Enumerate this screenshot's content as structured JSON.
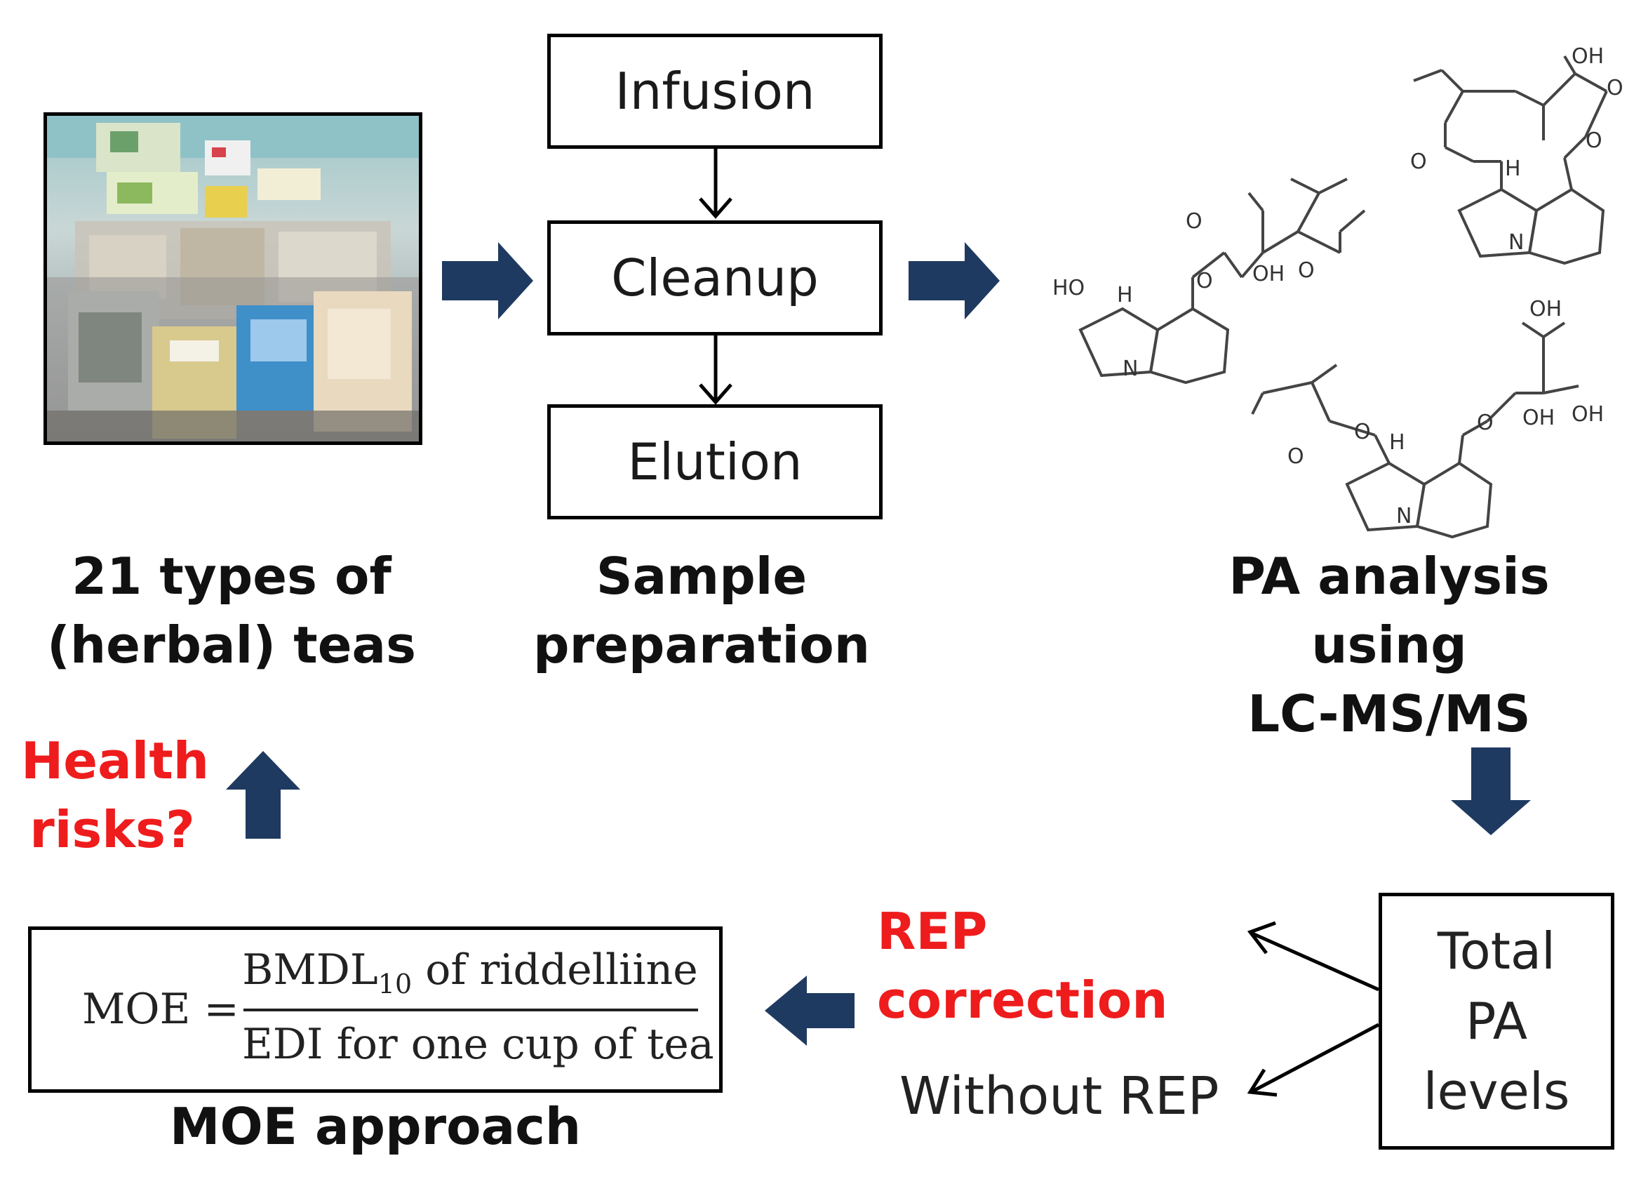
{
  "sample_prep_steps": [
    "Infusion",
    "Cleanup",
    "Elution"
  ],
  "captions": {
    "teas": [
      "21 types of",
      "(herbal) teas"
    ],
    "sample_prep": [
      "Sample",
      "preparation"
    ],
    "pa_analysis": [
      "PA analysis  using",
      "LC-MS/MS"
    ],
    "moe_approach": "MOE approach"
  },
  "health_risks": [
    "Health",
    "risks?"
  ],
  "rep_correction": "REP correction",
  "without_rep": "Without REP",
  "total_pa_levels": [
    "Total",
    "PA",
    "levels"
  ],
  "moe_formula": {
    "lhs": "MOE =",
    "numerator_main": "BMDL",
    "numerator_sub": "10",
    "numerator_rest": " of riddelliine",
    "denominator": "EDI for one cup of tea"
  },
  "structure_labels": [
    "HO",
    "H",
    "N",
    "O",
    "O",
    "OH",
    "O",
    "OH",
    "O",
    "O",
    "H",
    "N",
    "O",
    "OH",
    "O",
    "O",
    "O",
    "H",
    "N",
    "OH",
    "OH"
  ],
  "colors": {
    "arrow": "#1f3a60",
    "accent_red": "#ee1c1c",
    "text": "#1a1a1a"
  }
}
